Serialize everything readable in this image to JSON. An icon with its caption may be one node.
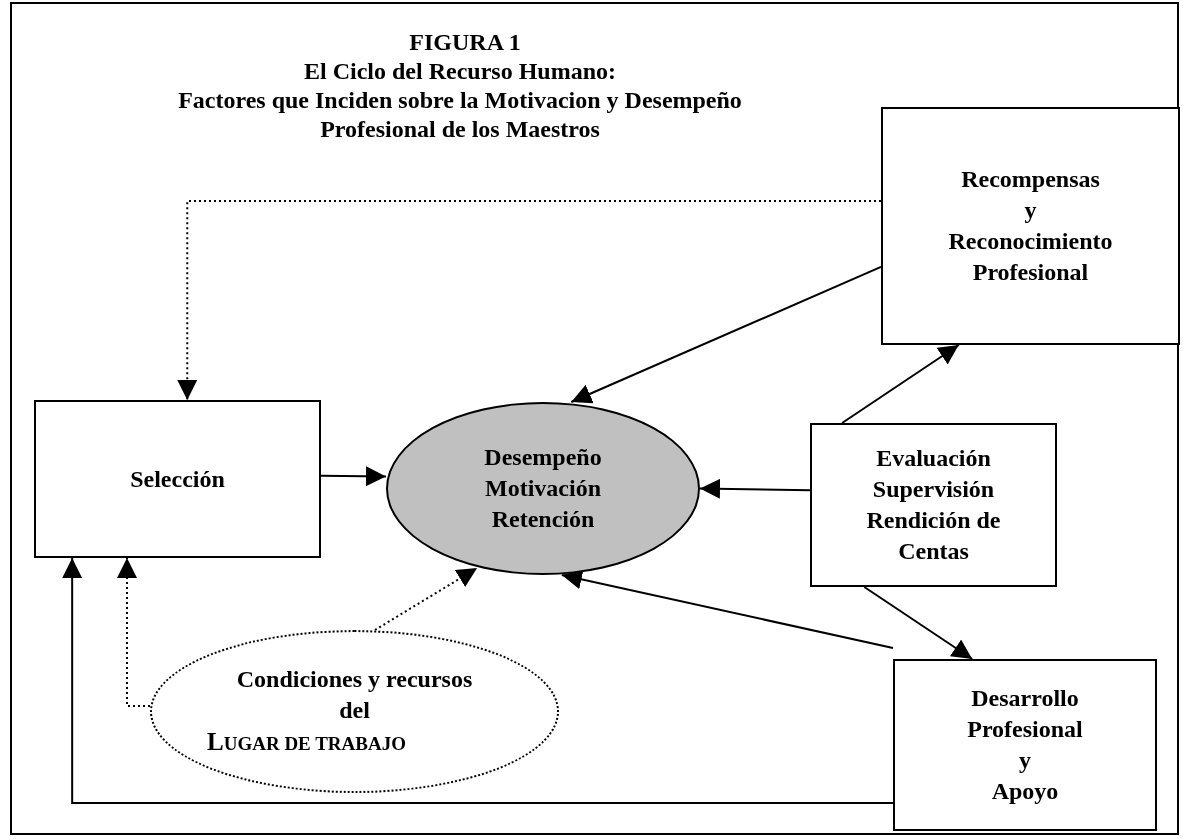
{
  "diagram": {
    "title": "FIGURA 1",
    "nodes": [
      {
        "text": [
          "Selección"
        ]
      },
      {
        "text": [
          "Desempeño Motivación Retención"
        ]
      },
      {
        "text": [
          "Recompensas y Reconocimiento Profesional"
        ]
      },
      {
        "text": [
          "Evaluación Supervisión Rendición de Centas"
        ]
      },
      {
        "text": [
          "Desarrollo Profesional y Apoyo"
        ]
      },
      {
        "text": [
          "Condiciones y recursos del",
          "LUGAR DE TRABAJO"
        ]
      }
    ],
    "edges": [
      {
        "from": 2,
        "to": 0,
        "arrow": "to",
        "style": "dashed"
      },
      {
        "from": 2,
        "to": 1,
        "arrow": "to"
      },
      {
        "from": 0,
        "to": 1,
        "arrow": "to"
      },
      {
        "from": 3,
        "to": 1,
        "arrow": "to"
      },
      {
        "from": 3,
        "to": 2,
        "arrow": "to"
      },
      {
        "from": 3,
        "to": 4,
        "arrow": "to"
      },
      {
        "from": 4,
        "to": 1,
        "arrow": "to"
      },
      {
        "from": 4,
        "to": 0,
        "arrow": "to"
      },
      {
        "from": 5,
        "to": 0,
        "arrow": "to",
        "style": "dashed"
      },
      {
        "from": 5,
        "to": 1,
        "arrow": "to",
        "style": "dashed"
      }
    ],
    "labels": [
      "El Ciclo del Recurso Humano:",
      "Factores que Inciden sobre la Motivacion y Desempeño Profesional de los Maestros"
    ]
  }
}
